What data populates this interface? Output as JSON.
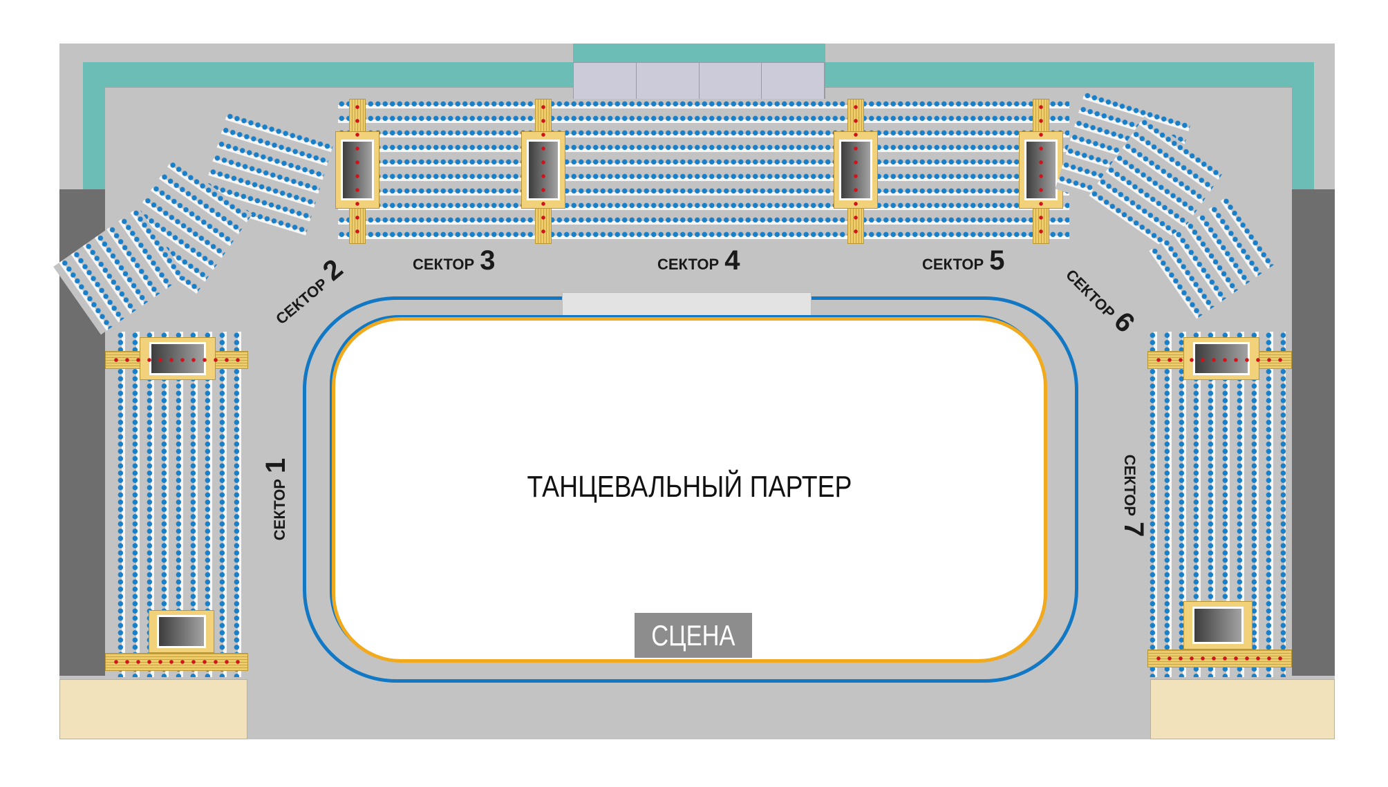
{
  "map": {
    "floor_label": "ТАНЦЕВАЛЬНЫЙ ПАРТЕР",
    "stage_label": "СЦЕНА",
    "sectors": [
      {
        "word": "СЕКТОР",
        "num": "1"
      },
      {
        "word": "СЕКТОР",
        "num": "2"
      },
      {
        "word": "СЕКТОР",
        "num": "3"
      },
      {
        "word": "СЕКТОР",
        "num": "4"
      },
      {
        "word": "СЕКТОР",
        "num": "5"
      },
      {
        "word": "СЕКТОР",
        "num": "6"
      },
      {
        "word": "СЕКТОР",
        "num": "7"
      }
    ]
  },
  "colors": {
    "seat": "#1a7fc9",
    "track": "#1278c4",
    "floor_border": "#f1a91d",
    "stairs": "#eccc6c",
    "aisle_marker": "#d0131b",
    "wall_teal": "#6dbdb7"
  }
}
